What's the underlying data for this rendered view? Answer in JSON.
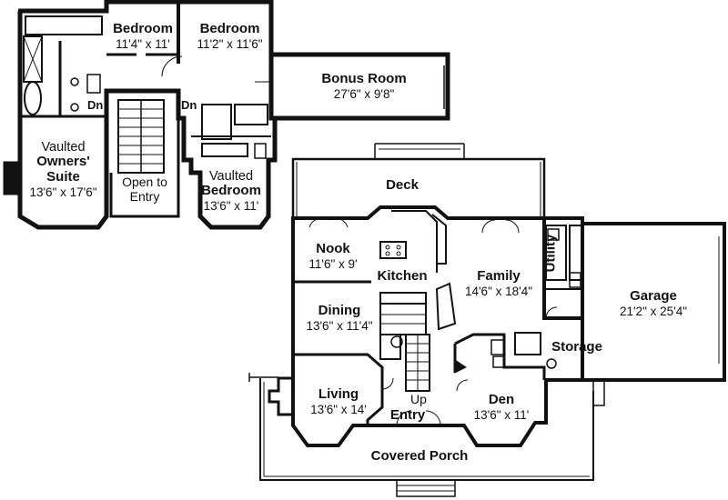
{
  "upper_floor": {
    "bedroom_left": {
      "name": "Bedroom",
      "dims": "11'4\" x 11'"
    },
    "bedroom_right": {
      "name": "Bedroom",
      "dims": "11'2\" x 11'6\""
    },
    "bonus_room": {
      "name": "Bonus Room",
      "dims": "27'6\" x 9'8\""
    },
    "owners_suite": {
      "line1": "Vaulted",
      "line2": "Owners'",
      "line3": "Suite",
      "dims": "13'6\" x 17'6\""
    },
    "open_to_entry": {
      "line1": "Open to",
      "line2": "Entry"
    },
    "vaulted_bedroom": {
      "line1": "Vaulted",
      "line2": "Bedroom",
      "dims": "13'6\" x 11'"
    },
    "stair_down_left": "Dn",
    "stair_down_right": "Dn"
  },
  "main_floor": {
    "deck": "Deck",
    "nook": {
      "name": "Nook",
      "dims": "11'6\" x 9'"
    },
    "kitchen": "Kitchen",
    "family": {
      "name": "Family",
      "dims": "14'6\" x 18'4\""
    },
    "utility": "Utility",
    "garage": {
      "name": "Garage",
      "dims": "21'2\" x 25'4\""
    },
    "dining": {
      "name": "Dining",
      "dims": "13'6\" x 11'4\""
    },
    "storage": "Storage",
    "living": {
      "name": "Living",
      "dims": "13'6\" x 14'"
    },
    "stair_up": "Up",
    "entry": "Entry",
    "den": {
      "name": "Den",
      "dims": "13'6\" x 11'"
    },
    "covered_porch": "Covered Porch"
  }
}
